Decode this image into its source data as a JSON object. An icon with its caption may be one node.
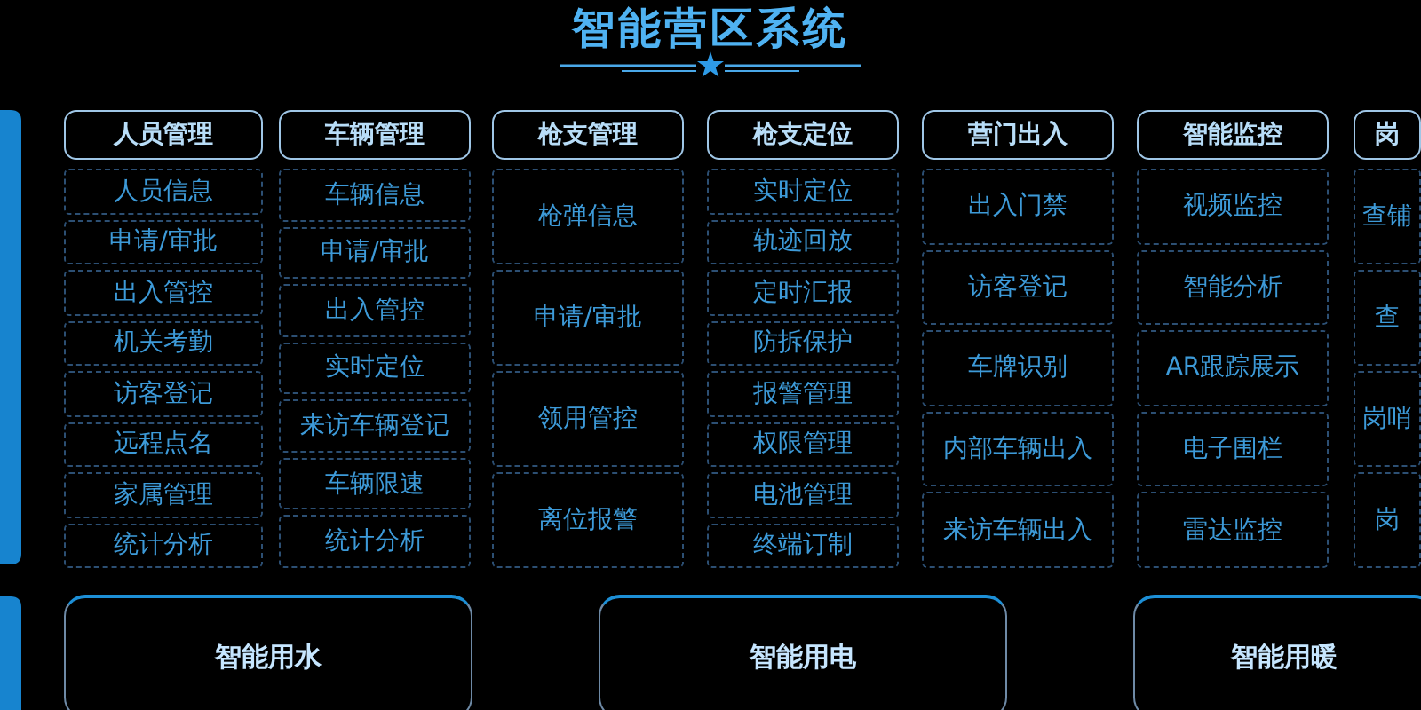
{
  "diagram": {
    "title": "智能营区系统",
    "nodes": [
      {
        "text": [
          "人员管理"
        ]
      },
      {
        "text": [
          "人员信息"
        ]
      },
      {
        "text": [
          "申请/审批"
        ]
      },
      {
        "text": [
          "出入管控"
        ]
      },
      {
        "text": [
          "机关考勤"
        ]
      },
      {
        "text": [
          "访客登记"
        ]
      },
      {
        "text": [
          "远程点名"
        ]
      },
      {
        "text": [
          "家属管理"
        ]
      },
      {
        "text": [
          "统计分析"
        ]
      },
      {
        "text": [
          "车辆管理"
        ]
      },
      {
        "text": [
          "车辆信息"
        ]
      },
      {
        "text": [
          "申请/审批"
        ]
      },
      {
        "text": [
          "出入管控"
        ]
      },
      {
        "text": [
          "实时定位"
        ]
      },
      {
        "text": [
          "来访车辆登记"
        ]
      },
      {
        "text": [
          "车辆限速"
        ]
      },
      {
        "text": [
          "统计分析"
        ]
      },
      {
        "text": [
          "枪支管理"
        ]
      },
      {
        "text": [
          "枪弹信息"
        ]
      },
      {
        "text": [
          "申请/审批"
        ]
      },
      {
        "text": [
          "领用管控"
        ]
      },
      {
        "text": [
          "离位报警"
        ]
      },
      {
        "text": [
          "枪支定位"
        ]
      },
      {
        "text": [
          "实时定位"
        ]
      },
      {
        "text": [
          "轨迹回放"
        ]
      },
      {
        "text": [
          "定时汇报"
        ]
      },
      {
        "text": [
          "防拆保护"
        ]
      },
      {
        "text": [
          "报警管理"
        ]
      },
      {
        "text": [
          "权限管理"
        ]
      },
      {
        "text": [
          "电池管理"
        ]
      },
      {
        "text": [
          "终端订制"
        ]
      },
      {
        "text": [
          "营门出入"
        ]
      },
      {
        "text": [
          "出入门禁"
        ]
      },
      {
        "text": [
          "访客登记"
        ]
      },
      {
        "text": [
          "车牌识别"
        ]
      },
      {
        "text": [
          "内部车辆出入"
        ]
      },
      {
        "text": [
          "来访车辆出入"
        ]
      },
      {
        "text": [
          "智能监控"
        ]
      },
      {
        "text": [
          "视频监控"
        ]
      },
      {
        "text": [
          "智能分析"
        ]
      },
      {
        "text": [
          "AR跟踪展示"
        ]
      },
      {
        "text": [
          "电子围栏"
        ]
      },
      {
        "text": [
          "雷达监控"
        ]
      },
      {
        "text": [
          "岗"
        ]
      },
      {
        "text": [
          "查铺"
        ]
      },
      {
        "text": [
          "查"
        ]
      },
      {
        "text": [
          "岗哨"
        ]
      },
      {
        "text": [
          "岗"
        ]
      },
      {
        "text": [
          "智能用水"
        ]
      },
      {
        "text": [
          "智能用电"
        ]
      },
      {
        "text": [
          "智能用暖"
        ]
      }
    ]
  }
}
